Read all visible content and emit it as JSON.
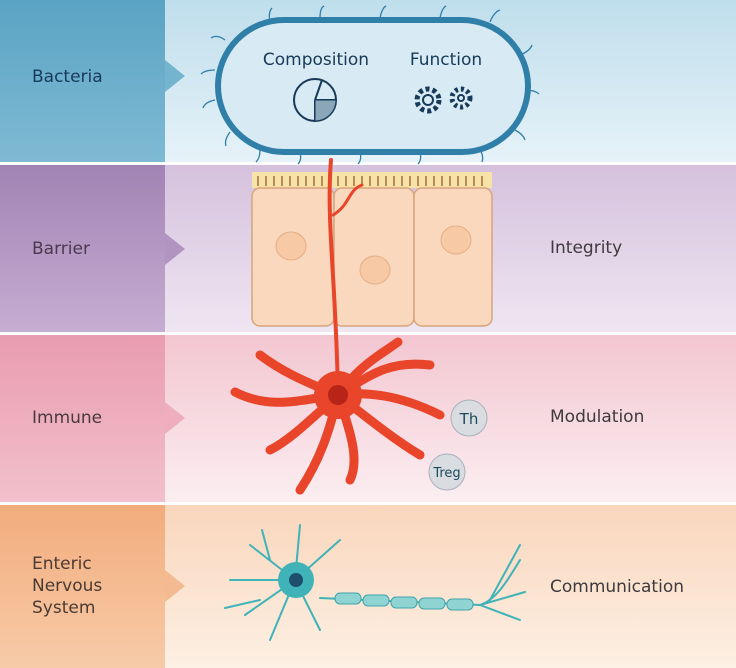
{
  "rows": [
    {
      "label": "Bacteria",
      "outcome": ""
    },
    {
      "label": "Barrier",
      "outcome": "Integrity"
    },
    {
      "label": "Immune",
      "outcome": "Modulation"
    },
    {
      "label": "Enteric Nervous System",
      "label_lines": [
        "Enteric",
        "Nervous",
        "System"
      ],
      "outcome": "Communication"
    }
  ],
  "bacterium": {
    "composition": "Composition",
    "function": "Function"
  },
  "immune_cells": {
    "th": "Th",
    "treg": "Treg"
  },
  "colors": {
    "bacteria": "#6aaecb",
    "barrier": "#a88ab8",
    "immune": "#e9a5b5",
    "ens": "#f2b487",
    "dendritic": "#e8452a",
    "neuron": "#3fb3b8"
  }
}
